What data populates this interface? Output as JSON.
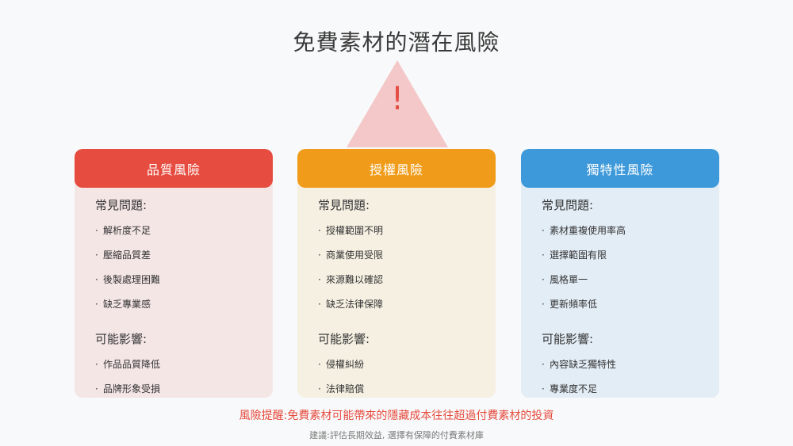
{
  "title": "免費素材的潛在風險",
  "warning_symbol": "!",
  "colors": {
    "background": "#f8f9fa",
    "triangle": "#f4c8c8",
    "quality": "#e64c3f",
    "license": "#f09c1a",
    "unique": "#3d99da"
  },
  "cards": [
    {
      "header": "品質風險",
      "common_title": "常見問題:",
      "common_items": [
        "解析度不足",
        "壓縮品質差",
        "後製處理困難",
        "缺乏專業感"
      ],
      "impact_title": "可能影響:",
      "impact_items": [
        "作品品質降低",
        "品牌形象受損"
      ]
    },
    {
      "header": "授權風險",
      "common_title": "常見問題:",
      "common_items": [
        "授權範圍不明",
        "商業使用受限",
        "來源難以確認",
        "缺乏法律保障"
      ],
      "impact_title": "可能影響:",
      "impact_items": [
        "侵權糾紛",
        "法律賠償"
      ]
    },
    {
      "header": "獨特性風險",
      "common_title": "常見問題:",
      "common_items": [
        "素材重複使用率高",
        "選擇範圍有限",
        "風格單一",
        "更新頻率低"
      ],
      "impact_title": "可能影響:",
      "impact_items": [
        "內容缺乏獨特性",
        "專業度不足"
      ]
    }
  ],
  "bullet": "·",
  "footer": {
    "alert": "風險提醒:免費素材可能帶來的隱藏成本往往超過付費素材的投資",
    "note": "建議:評估長期效益, 選擇有保障的付費素材庫"
  }
}
